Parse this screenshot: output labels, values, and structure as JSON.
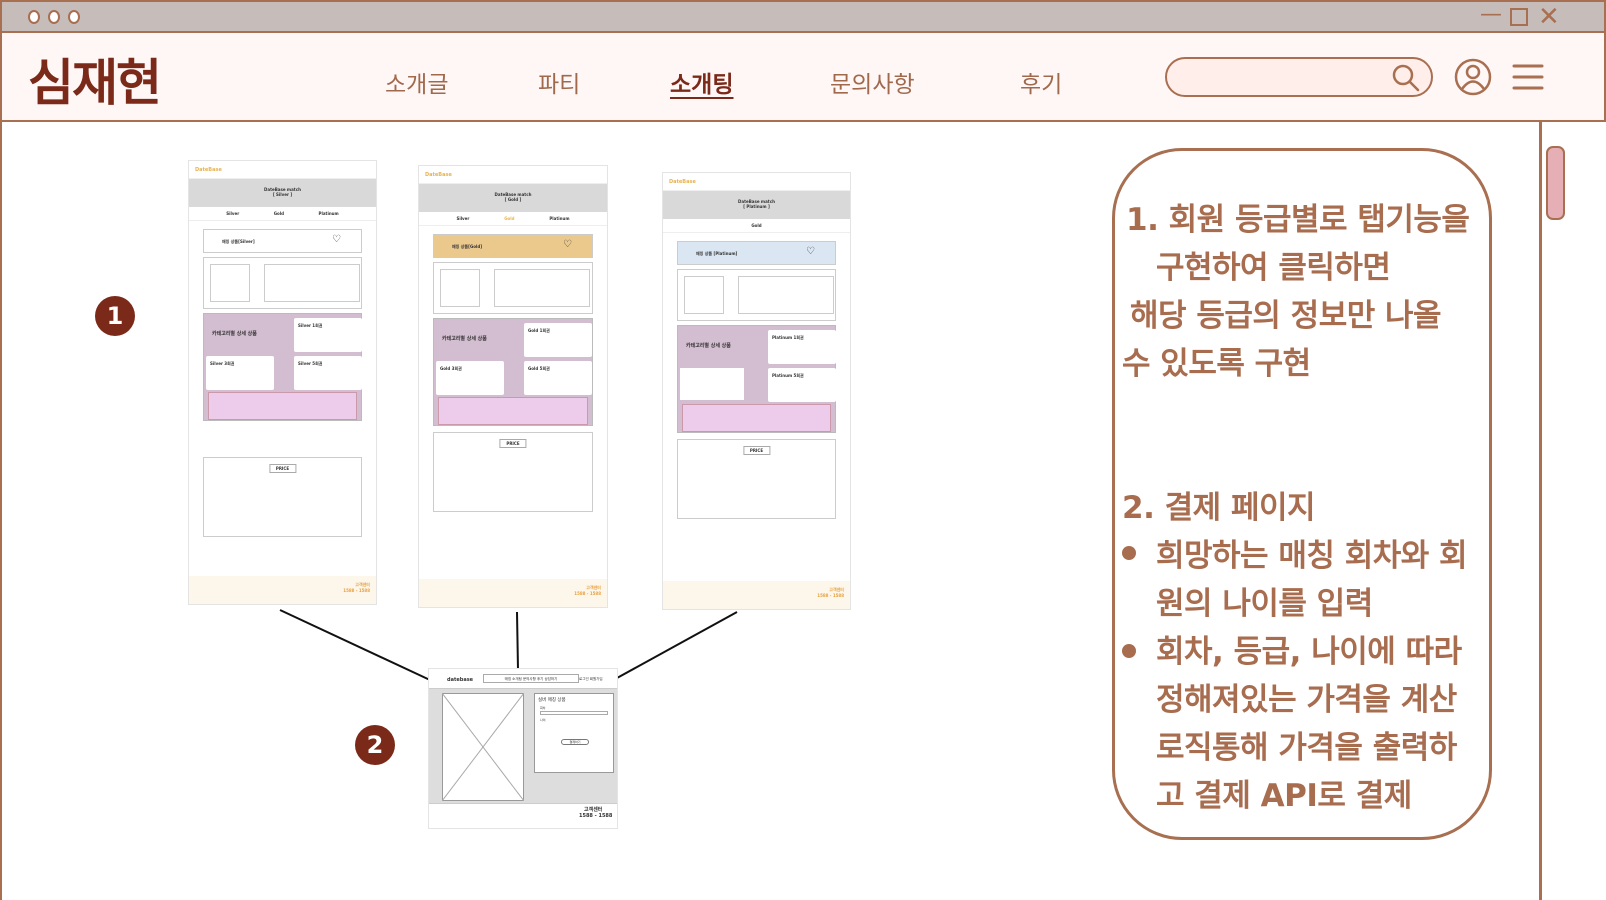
{
  "window": {
    "controls": [
      "minimize",
      "maximize",
      "close"
    ]
  },
  "header": {
    "logo": "심재현",
    "nav": [
      {
        "label": "소개글"
      },
      {
        "label": "파티"
      },
      {
        "label": "소개팅",
        "active": true
      },
      {
        "label": "문의사항"
      },
      {
        "label": "후기"
      }
    ],
    "search": {
      "placeholder": "",
      "value": ""
    }
  },
  "colors": {
    "accent": "#a86f50",
    "logo": "#7b2a1a",
    "header_bg": "#fff6f6",
    "titlebar": "#c6bdbb",
    "scroll_thumb": "#e6aeb5",
    "gold": "#ebc98d",
    "platinum": "#dbe6f3",
    "category": "#d3bdd0",
    "info": "#ecccea"
  },
  "mockups": [
    {
      "brand": "DateBase",
      "title": "DateBase match\n[ Silver ]",
      "tabs": [
        "Silver",
        "Gold",
        "Platinum"
      ],
      "active_tab": "Silver",
      "product": "매칭 상품[Silver]",
      "category": "카테고리별 상세 상품",
      "items": [
        "Silver 1회권",
        "Silver 3회권",
        "Silver 5회권"
      ],
      "price": "PRICE",
      "support": "고객센터\n1588 - 1588"
    },
    {
      "brand": "DateBase",
      "title": "DateBase match\n[ Gold ]",
      "tabs": [
        "Silver",
        "Gold",
        "Platinum"
      ],
      "active_tab": "Gold",
      "product": "매칭 상품[Gold]",
      "category": "카테고리별 상세 상품",
      "items": [
        "Gold 1회권",
        "Gold 3회권",
        "Gold 5회권"
      ],
      "price": "PRICE",
      "support": "고객센터\n1588 - 1588"
    },
    {
      "brand": "DateBase",
      "title": "DateBase match\n[ Platinum ]",
      "tabs": [
        "Gold"
      ],
      "active_tab": "Gold",
      "product": "매칭 상품 [Platinum]",
      "category": "카테고리별 상세 상품",
      "items": [
        "Platinum 1회권",
        "Platinum 5회권"
      ],
      "price": "PRICE",
      "support": "고객센터\n1588 - 1588"
    }
  ],
  "payment_wireframe": {
    "brand": "datebase",
    "nav": "매칭 소개팅 문의사항 후기 상담하기",
    "auth": "로그인  회원가입",
    "panel_title": "실버 매칭 상품",
    "field1": "회차",
    "field2": "나이",
    "button": "결제하기",
    "support": "고객센터",
    "phone": "1588 - 1588"
  },
  "badges": [
    "1",
    "2"
  ],
  "note": {
    "section1": [
      "1. 회원 등급별로 탭기능을",
      "구현하여 클릭하면",
      "해당 등급의 정보만 나올",
      "수 있도록 구현"
    ],
    "section2_title": "2. 결제 페이지",
    "bullets": [
      [
        "희망하는 매칭 회차와 회",
        "원의 나이를 입력"
      ],
      [
        "회차, 등급, 나이에 따라",
        "정해져있는 가격을 계산",
        "로직통해 가격을 출력하",
        "고 결제 API로 결제"
      ]
    ]
  }
}
